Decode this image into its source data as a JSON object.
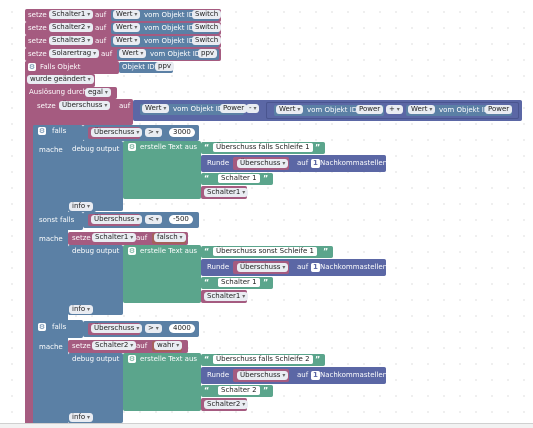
{
  "kw": {
    "setze": "setze",
    "auf": "auf",
    "vom_objekt_id": "vom Objekt ID",
    "falls": "falls",
    "falls_objekt": "Falls Objekt",
    "mache": "mache",
    "sonst_falls": "sonst falls",
    "debug_output": "debug output",
    "erstelle_text_aus": "erstelle Text aus",
    "runde": "Runde",
    "auf_nk": "auf",
    "nachkommastellen": "Nachkommastellen",
    "info": "info",
    "ausloesung_durch": "Auslösung durch",
    "quote_open": "“",
    "quote_close": "”",
    "gear": "⚙"
  },
  "top_sets": [
    {
      "var": "Schalter1",
      "wert": "Wert",
      "id": "Switch"
    },
    {
      "var": "Schalter2",
      "wert": "Wert",
      "id": "Switch"
    },
    {
      "var": "Schalter3",
      "wert": "Wert",
      "id": "Switch"
    },
    {
      "var": "Solarertrag",
      "wert": "Wert",
      "id": "ppv"
    }
  ],
  "trigger": {
    "objekt_id_label": "Objekt ID",
    "objekt_id_value": "ppv",
    "condition": "wurde geändert",
    "trigger_value": "egal"
  },
  "ueberschuss_set": {
    "var": "Überschuss",
    "op1": "-",
    "op2": "+",
    "items": [
      {
        "wert": "Wert",
        "id": "Power"
      },
      {
        "wert": "Wert",
        "id": "Power"
      },
      {
        "wert": "Wert",
        "id": "Power"
      }
    ]
  },
  "branches": [
    {
      "kw": "falls",
      "var": "Überschuss",
      "op": ">",
      "value": "3000",
      "setter": null,
      "text": "Überschuss falls Schleife 1",
      "round_var": "Überschuss",
      "digits": "1",
      "schalter_text": "Schalter 1",
      "schalter_var": "Schalter1",
      "level": "info"
    },
    {
      "kw": "sonst falls",
      "var": "Überschuss",
      "op": "<",
      "value": "-500",
      "setter": {
        "var": "Schalter1",
        "value": "falsch"
      },
      "text": "Überschuss sonst Schleife 1",
      "round_var": "Überschuss",
      "digits": "1",
      "schalter_text": "Schalter 1",
      "schalter_var": "Schalter1",
      "level": "info"
    },
    {
      "kw": "falls",
      "var": "Überschuss",
      "op": ">",
      "value": "4000",
      "setter": {
        "var": "Schalter2",
        "value": "wahr"
      },
      "text": "Überschuss falls Schleife 2",
      "round_var": "Überschuss",
      "digits": "1",
      "schalter_text": "Schalter 2",
      "schalter_var": "Schalter2",
      "level": "info"
    }
  ]
}
